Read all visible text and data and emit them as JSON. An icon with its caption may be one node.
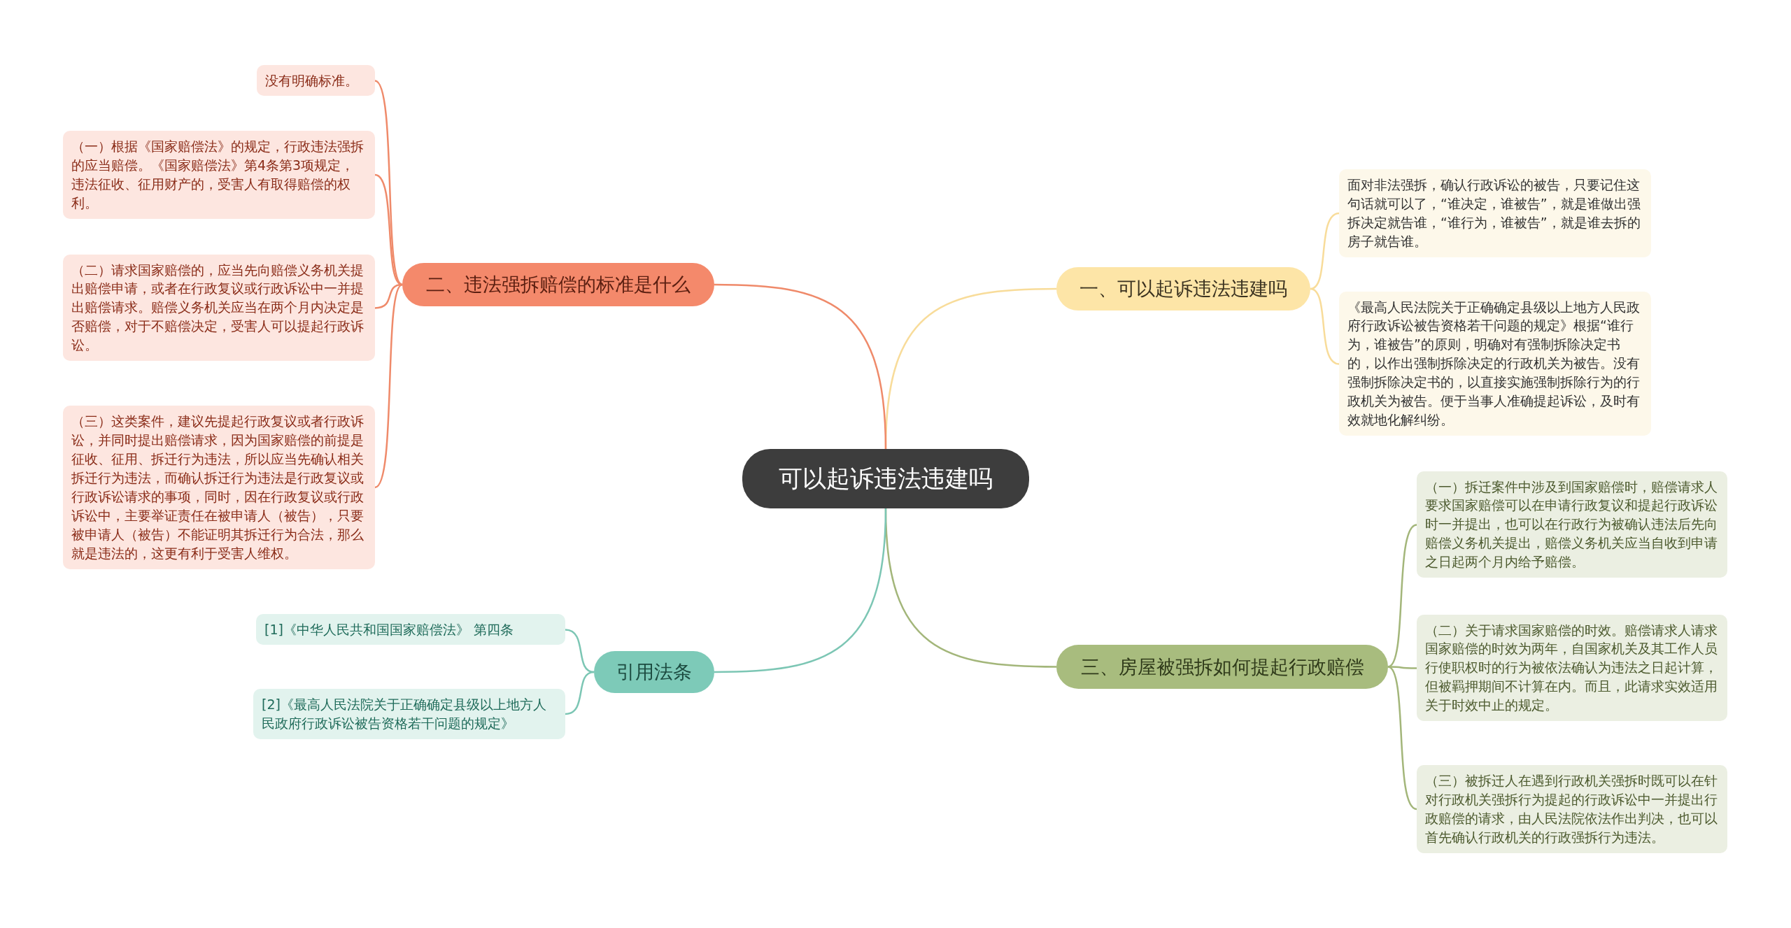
{
  "diagram": {
    "nodes": [
      {
        "text": [
          "可以起诉违法违建吗"
        ]
      },
      {
        "text": [
          "一、可以起诉违法违建吗"
        ]
      },
      {
        "text": [
          "面对非法强拆，确认行政诉讼的被告，只要记住这句话就可以了，“谁决定，谁被告”，就是谁做出强拆决定就告谁，“谁行为，谁被告”，就是谁去拆的房子就告谁。"
        ]
      },
      {
        "text": [
          "《最高人民法院关于正确确定县级以上地方人民政府行政诉讼被告资格若干问题的规定》根据“谁行为，谁被告”的原则，明确对有强制拆除决定书的，以作出强制拆除决定的行政机关为被告。没有强制拆除决定书的，以直接实施强制拆除行为的行政机关为被告。便于当事人准确提起诉讼，及时有效就地化解纠纷。"
        ]
      },
      {
        "text": [
          "二、违法强拆赔偿的标准是什么"
        ]
      },
      {
        "text": [
          "没有明确标准。"
        ]
      },
      {
        "text": [
          "（一）根据《国家赔偿法》的规定，行政违法强拆的应当赔偿。《国家赔偿法》第4条第3项规定，违法征收、征用财产的，受害人有取得赔偿的权利。"
        ]
      },
      {
        "text": [
          "（二）请求国家赔偿的，应当先向赔偿义务机关提出赔偿申请，或者在行政复议或行政诉讼中一并提出赔偿请求。赔偿义务机关应当在两个月内决定是否赔偿，对于不赔偿决定，受害人可以提起行政诉讼。"
        ]
      },
      {
        "text": [
          "（三）这类案件，建议先提起行政复议或者行政诉讼，并同时提出赔偿请求，因为国家赔偿的前提是征收、征用、拆迁行为违法，所以应当先确认相关拆迁行为违法，而确认拆迁行为违法是行政复议或行政诉讼请求的事项，同时，因在行政复议或行政诉讼中，主要举证责任在被申请人（被告），只要被申请人（被告）不能证明其拆迁行为合法，那么就是违法的，这更有利于受害人维权。"
        ]
      },
      {
        "text": [
          "三、房屋被强拆如何提起行政赔偿"
        ]
      },
      {
        "text": [
          "（一）拆迁案件中涉及到国家赔偿时，赔偿请求人要求国家赔偿可以在申请行政复议和提起行政诉讼时一并提出，也可以在行政行为被确认违法后先向赔偿义务机关提出，赔偿义务机关应当自收到申请之日起两个月内给予赔偿。"
        ]
      },
      {
        "text": [
          "（二）关于请求国家赔偿的时效。赔偿请求人请求国家赔偿的时效为两年，自国家机关及其工作人员行使职权时的行为被依法确认为违法之日起计算，但被羁押期间不计算在内。而且，此请求实效适用关于时效中止的规定。"
        ]
      },
      {
        "text": [
          "（三）被拆迁人在遇到行政机关强拆时既可以在针对行政机关强拆行为提起的行政诉讼中一并提出行政赔偿的请求，由人民法院依法作出判决，也可以首先确认行政机关的行政强拆行为违法。"
        ]
      },
      {
        "text": [
          "引用法条"
        ]
      },
      {
        "text": [
          "[1]《中华人民共和国国家赔偿法》 第四条"
        ]
      },
      {
        "text": [
          "[2]《最高人民法院关于正确确定县级以上地方人民政府行政诉讼被告资格若干问题的规定》"
        ]
      }
    ],
    "edges": [
      {
        "from": 0,
        "to": 1,
        "arrow": "none",
        "color": "#f8dc9a"
      },
      {
        "from": 1,
        "to": 2,
        "arrow": "none",
        "color": "#f8dc9a"
      },
      {
        "from": 1,
        "to": 3,
        "arrow": "none",
        "color": "#f8dc9a"
      },
      {
        "from": 0,
        "to": 4,
        "arrow": "none"
      },
      {
        "from": 4,
        "to": 5,
        "arrow": "none"
      },
      {
        "from": 4,
        "to": 6,
        "arrow": "none"
      },
      {
        "from": 4,
        "to": 7,
        "arrow": "none"
      },
      {
        "from": 4,
        "to": 8,
        "arrow": "none"
      },
      {
        "from": 0,
        "to": 9,
        "arrow": "none",
        "color": "#a3b67a"
      },
      {
        "from": 9,
        "to": 10,
        "arrow": "none",
        "color": "#a3b67a"
      },
      {
        "from": 9,
        "to": 11,
        "arrow": "none",
        "color": "#a3b67a"
      },
      {
        "from": 9,
        "to": 12,
        "arrow": "none",
        "color": "#a3b67a"
      },
      {
        "from": 0,
        "to": 13,
        "arrow": "none",
        "color": "#7cc6b4"
      },
      {
        "from": 13,
        "to": 14,
        "arrow": "none",
        "color": "#7cc6b4"
      },
      {
        "from": 13,
        "to": 15,
        "arrow": "none",
        "color": "#7cc6b4"
      }
    ]
  }
}
